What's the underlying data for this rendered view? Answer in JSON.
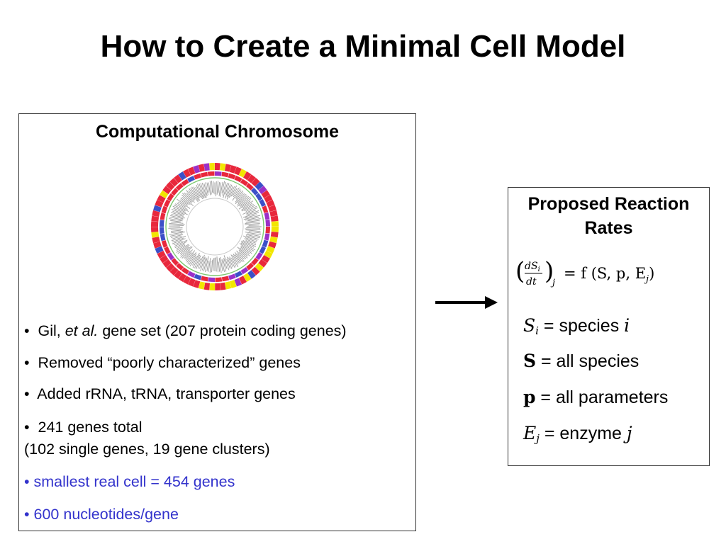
{
  "title": "How to Create a Minimal Cell Model",
  "left_panel": {
    "heading": "Computational Chromosome",
    "image_icon": "circular-genome-map",
    "bullets": [
      {
        "marker": "•",
        "parts": [
          {
            "text": "Gil, "
          },
          {
            "text": "et al.",
            "italic": true
          },
          {
            "text": " gene set (207 protein coding genes)"
          }
        ]
      },
      {
        "marker": "•",
        "parts": [
          {
            "text": "Removed “poorly characterized” genes"
          }
        ]
      },
      {
        "marker": "•",
        "parts": [
          {
            "text": "Added rRNA, tRNA, transporter genes"
          }
        ]
      },
      {
        "marker": "•",
        "parts": [
          {
            "text": "241 genes total"
          }
        ]
      },
      {
        "marker": "",
        "parts": [
          {
            "text": "(102 single genes, 19 gene clusters)"
          }
        ]
      },
      {
        "marker": "•",
        "parts": [
          {
            "text": "smallest real cell = 454 genes"
          }
        ],
        "color": "#3333cc"
      },
      {
        "marker": "•",
        "parts": [
          {
            "text": "600 nucleotides/gene"
          }
        ],
        "color": "#3333cc"
      }
    ]
  },
  "right_panel": {
    "heading_line1": "Proposed Reaction",
    "heading_line2": "Rates",
    "formula": {
      "lhs_num": "dS",
      "lhs_num_sub": "i",
      "lhs_den": "dt",
      "lhs_sub": "j",
      "rhs": "= f (S, p, E",
      "rhs_sub": "j",
      "rhs_close": ")"
    },
    "definitions": [
      {
        "symbol": "S",
        "sub": "i",
        "style": "italic",
        "eq": " = species ",
        "tail": "i"
      },
      {
        "symbol": "S",
        "sub": "",
        "style": "bold",
        "eq": " = all species",
        "tail": ""
      },
      {
        "symbol": "p",
        "sub": "",
        "style": "bold",
        "eq": " = all parameters",
        "tail": ""
      },
      {
        "symbol": "E",
        "sub": "j",
        "style": "italic",
        "eq": " = enzyme ",
        "tail": "j"
      }
    ]
  },
  "arrow_icon": "right-arrow-icon",
  "colors": {
    "accent_blue": "#3333cc",
    "border": "#333333"
  }
}
